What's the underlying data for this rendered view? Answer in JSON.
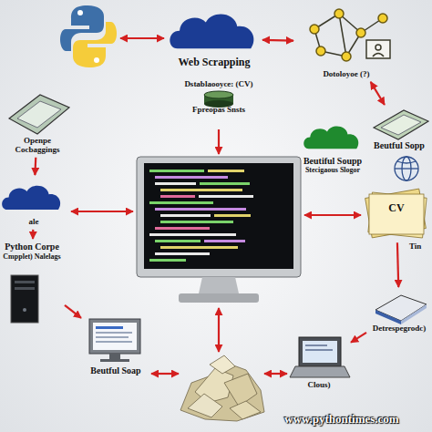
{
  "diagram": {
    "nodes": [
      {
        "text": [
          "Web Scrapping"
        ]
      },
      {
        "text": [
          "Dotoloyoe (?)"
        ]
      },
      {
        "text": [
          "Beutful Sopp"
        ]
      },
      {
        "text": [
          "Dstablaooyce: (CV)",
          "Fpreopas Snsts"
        ]
      },
      {
        "text": [
          "Openpe Cocbaggings"
        ]
      },
      {
        "text": [
          "Beutiful Soupp",
          "Stecigaous Slogor"
        ]
      },
      {
        "text": [
          "ale"
        ]
      },
      {
        "text": [
          "CV"
        ]
      },
      {
        "text": [
          "Python Corpe",
          "Cmpplet) Nalelags"
        ]
      },
      {
        "text": [
          "Beutful Soap"
        ]
      },
      {
        "text": [
          "Detrespegrodc)"
        ]
      },
      {
        "text": [
          "Clous)"
        ]
      }
    ],
    "edges": [
      {
        "from": 0,
        "to": 1,
        "arrow": "both"
      },
      {
        "from": 1,
        "to": 2,
        "arrow": "both"
      },
      {
        "from": 4,
        "to": 6,
        "arrow": "to"
      },
      {
        "from": 6,
        "to": 8,
        "arrow": "to"
      },
      {
        "from": 8,
        "to": 9,
        "arrow": "to"
      },
      {
        "from": 7,
        "to": 10,
        "arrow": "to"
      },
      {
        "from": 10,
        "to": 11,
        "arrow": "to"
      }
    ],
    "labels": [
      "Tin",
      "www.pythontimes.com"
    ]
  }
}
